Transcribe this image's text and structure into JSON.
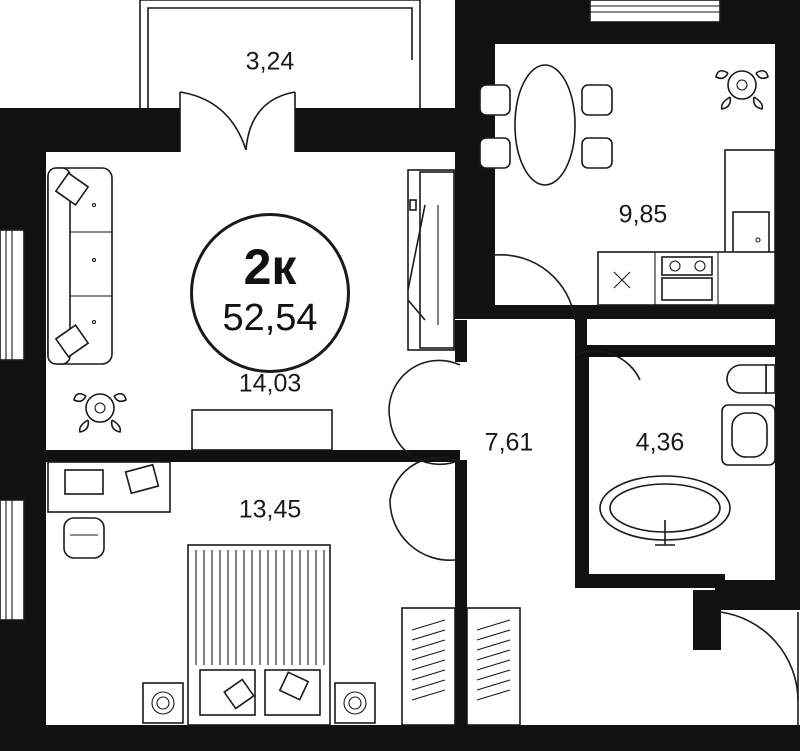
{
  "apartment": {
    "type": "2к",
    "total_area": "52,54"
  },
  "rooms": [
    {
      "name": "balcony",
      "area": "3,24"
    },
    {
      "name": "kitchen",
      "area": "9,85"
    },
    {
      "name": "living-room",
      "area": "14,03"
    },
    {
      "name": "hallway",
      "area": "7,61"
    },
    {
      "name": "bathroom",
      "area": "4,36"
    },
    {
      "name": "bedroom",
      "area": "13,45"
    }
  ],
  "colors": {
    "wall": "#111111",
    "line": "#1a1a1a",
    "background": "#ffffff"
  }
}
